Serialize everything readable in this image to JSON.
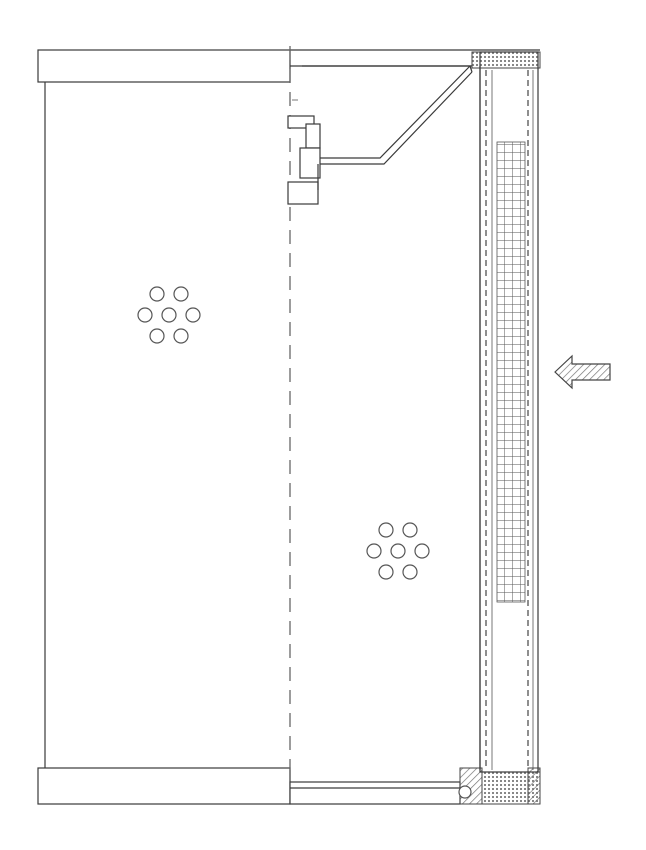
{
  "diagram": {
    "colors": {
      "line": "#3a3a3a",
      "mesh": "#5a5a5a",
      "hatch": "#777777",
      "arrow_fill": "#cfcfcf",
      "background": "#ffffff"
    },
    "elements": [
      "filter-cartridge-body",
      "top-end-cap",
      "bottom-end-cap",
      "center-line",
      "outlet-bracket",
      "outer-filter-mesh",
      "inflow-arrow",
      "perforation-hole-cluster-upper",
      "perforation-hole-cluster-lower"
    ],
    "hole_clusters": [
      {
        "name": "upper",
        "count": 7
      },
      {
        "name": "lower",
        "count": 7
      }
    ],
    "inflow_arrow": {
      "direction": "left"
    }
  }
}
